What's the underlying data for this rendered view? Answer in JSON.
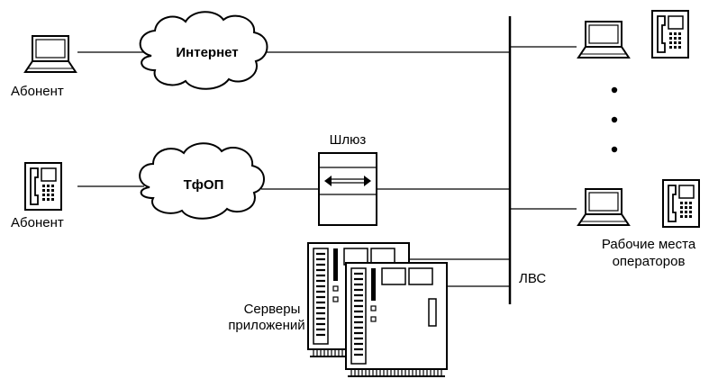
{
  "labels": {
    "internet": "Интернет",
    "pstn": "ТфОП",
    "gateway": "Шлюз",
    "subscriber_top": "Абонент",
    "subscriber_bottom": "Абонент",
    "servers_line1": "Серверы",
    "servers_line2": "приложений",
    "lan": "ЛВС",
    "operators_line1": "Рабочие места",
    "operators_line2": "операторов"
  },
  "icons": {
    "laptop": "laptop-icon",
    "phone": "phone-icon",
    "cloud": "cloud-icon",
    "gateway": "gateway-icon",
    "server": "server-icon"
  },
  "colors": {
    "stroke": "#000000",
    "background": "#ffffff"
  }
}
